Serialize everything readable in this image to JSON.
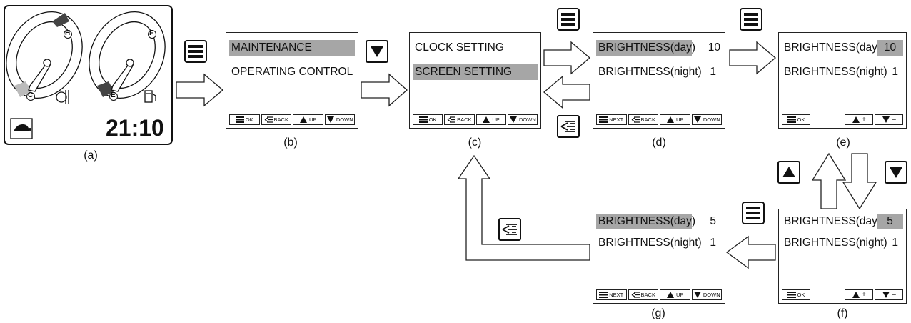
{
  "captions": {
    "a": "(a)",
    "b": "(b)",
    "c": "(c)",
    "d": "(d)",
    "e": "(e)",
    "f": "(f)",
    "g": "(g)"
  },
  "dash": {
    "temp_hot_label": "H",
    "temp_cold_label": "C",
    "fuel_full_label": "F",
    "fuel_empty_label": "E",
    "time": "21:10",
    "turtle_icon": "turtle-icon",
    "temp_icon": "thermometer-icon",
    "fuel_icon": "fuel-pump-icon"
  },
  "panel_b": {
    "items": [
      "MAINTENANCE",
      "OPERATING CONTROL"
    ],
    "buttons": [
      "OK",
      "BACK",
      "UP",
      "DOWN"
    ]
  },
  "panel_c": {
    "items": [
      "CLOCK SETTING",
      "SCREEN SETTING"
    ],
    "buttons": [
      "OK",
      "BACK",
      "UP",
      "DOWN"
    ]
  },
  "panel_d": {
    "rows": [
      {
        "label": "BRIGHTNESS(day)",
        "value": "10"
      },
      {
        "label": "BRIGHTNESS(night)",
        "value": "1"
      }
    ],
    "buttons": [
      "NEXT",
      "BACK",
      "UP",
      "DOWN"
    ]
  },
  "panel_e": {
    "rows": [
      {
        "label": "BRIGHTNESS(day)",
        "value": "10"
      },
      {
        "label": "BRIGHTNESS(night)",
        "value": "1"
      }
    ],
    "ok": "OK",
    "plus": "+",
    "minus": "–"
  },
  "panel_f": {
    "rows": [
      {
        "label": "BRIGHTNESS(day)",
        "value": "5"
      },
      {
        "label": "BRIGHTNESS(night)",
        "value": "1"
      }
    ],
    "ok": "OK",
    "plus": "+",
    "minus": "–"
  },
  "panel_g": {
    "rows": [
      {
        "label": "BRIGHTNESS(day)",
        "value": "5"
      },
      {
        "label": "BRIGHTNESS(night)",
        "value": "1"
      }
    ],
    "buttons": [
      "NEXT",
      "BACK",
      "UP",
      "DOWN"
    ]
  },
  "key_icons": {
    "menu": "menu-key-icon",
    "back": "back-key-icon",
    "up": "up-key-icon",
    "down": "down-key-icon"
  }
}
